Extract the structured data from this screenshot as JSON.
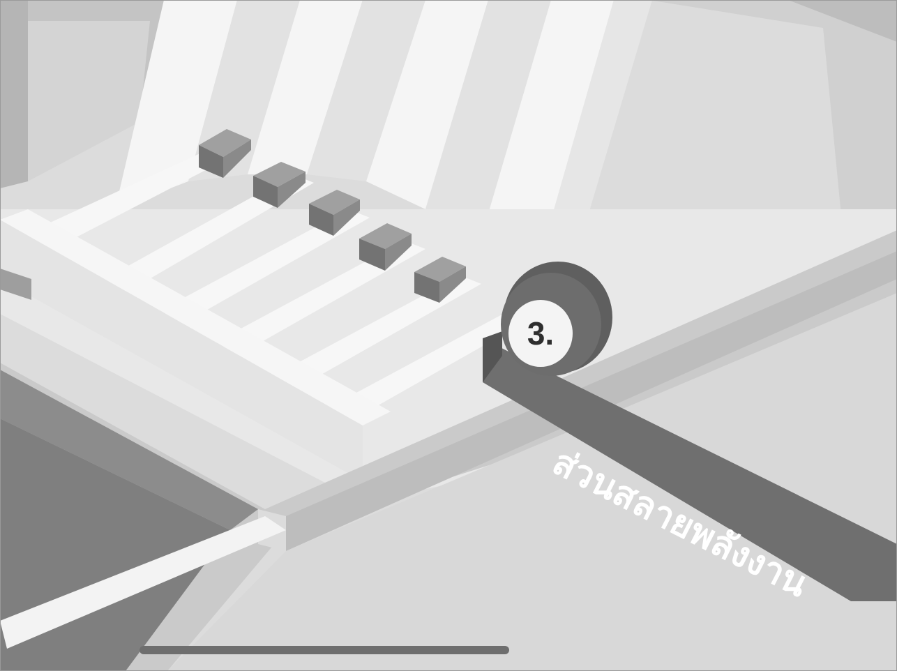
{
  "callout": {
    "number": "3.",
    "label": "ส่วนสลายพลังงาน"
  },
  "colors": {
    "background": "#dedede",
    "wall_light": "#efefef",
    "wall_shadow": "#c9c9c9",
    "floor_dark": "#8a8a8a",
    "block": "#7d7d7d",
    "label_band": "#6f6f6f",
    "badge_ring": "#6a6a6a",
    "badge_face": "#f4f4f4",
    "scrollbar": "#6e6e6e"
  },
  "icons": {
    "step_marker": "numbered-circle-badge"
  }
}
